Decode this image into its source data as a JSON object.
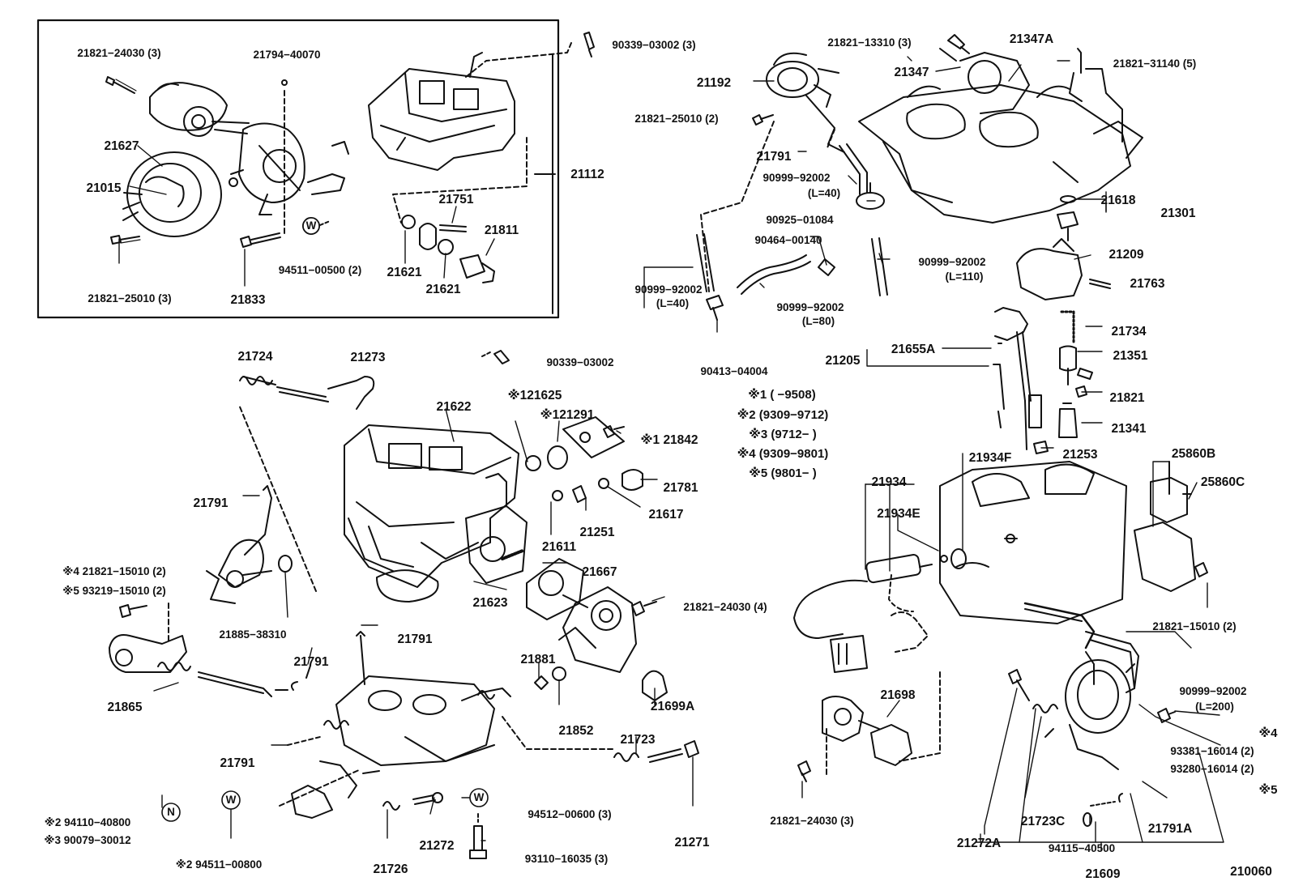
{
  "diagram_id": "210060",
  "labels": [
    {
      "key": "l01",
      "text": "21821−24030 (3)"
    },
    {
      "key": "l02",
      "text": "21794−40070"
    },
    {
      "key": "l03",
      "text": "90339−03002 (3)"
    },
    {
      "key": "l04",
      "text": "21627"
    },
    {
      "key": "l05",
      "text": "21015"
    },
    {
      "key": "l06",
      "text": "21112"
    },
    {
      "key": "l07",
      "text": "21751"
    },
    {
      "key": "l08",
      "text": "21811"
    },
    {
      "key": "l09",
      "text": "21821−25010 (3)"
    },
    {
      "key": "l10",
      "text": "21833"
    },
    {
      "key": "l11",
      "text": "94511−00500 (2)"
    },
    {
      "key": "l12",
      "text": "21621"
    },
    {
      "key": "l13",
      "text": "21621"
    },
    {
      "key": "l14",
      "text": "21821−13310 (3)"
    },
    {
      "key": "l15",
      "text": "21347A"
    },
    {
      "key": "l16",
      "text": "21821−31140 (5)"
    },
    {
      "key": "l17",
      "text": "21192"
    },
    {
      "key": "l18",
      "text": "21347"
    },
    {
      "key": "l19",
      "text": "21821−25010 (2)"
    },
    {
      "key": "l20",
      "text": "21791"
    },
    {
      "key": "l21",
      "text": "90999−92002"
    },
    {
      "key": "l22",
      "text": "(L=40)"
    },
    {
      "key": "l23",
      "text": "90925−01084"
    },
    {
      "key": "l24",
      "text": "21618"
    },
    {
      "key": "l25",
      "text": "21301"
    },
    {
      "key": "l26",
      "text": "90464−00140"
    },
    {
      "key": "l27",
      "text": "90999−92002"
    },
    {
      "key": "l28",
      "text": "(L=110)"
    },
    {
      "key": "l29",
      "text": "21209"
    },
    {
      "key": "l30",
      "text": "90999−92002"
    },
    {
      "key": "l31",
      "text": "(L=40)"
    },
    {
      "key": "l32",
      "text": "90999−92002"
    },
    {
      "key": "l33",
      "text": "(L=80)"
    },
    {
      "key": "l34",
      "text": "21763"
    },
    {
      "key": "l35",
      "text": "21734"
    },
    {
      "key": "l36",
      "text": "90413−04004"
    },
    {
      "key": "l37",
      "text": "21724"
    },
    {
      "key": "l38",
      "text": "21273"
    },
    {
      "key": "l39",
      "text": "90339−03002"
    },
    {
      "key": "l40",
      "text": "21205"
    },
    {
      "key": "l41",
      "text": "21655A"
    },
    {
      "key": "l42",
      "text": "21351"
    },
    {
      "key": "l43",
      "text": "※1 (      −9508)"
    },
    {
      "key": "l44",
      "text": "※2 (9309−9712)"
    },
    {
      "key": "l45",
      "text": "※3 (9712−        )"
    },
    {
      "key": "l46",
      "text": "※4 (9309−9801)"
    },
    {
      "key": "l47",
      "text": "※5 (9801−        )"
    },
    {
      "key": "l48",
      "text": "21821"
    },
    {
      "key": "l49",
      "text": "21341"
    },
    {
      "key": "l50",
      "text": "21253"
    },
    {
      "key": "l51",
      "text": "※121625"
    },
    {
      "key": "l52",
      "text": "※121291"
    },
    {
      "key": "l53",
      "text": "※1 21842"
    },
    {
      "key": "l54",
      "text": "21622"
    },
    {
      "key": "l55",
      "text": "21781"
    },
    {
      "key": "l56",
      "text": "21617"
    },
    {
      "key": "l57",
      "text": "21251"
    },
    {
      "key": "l58",
      "text": "21611"
    },
    {
      "key": "l59",
      "text": "21934F"
    },
    {
      "key": "l60",
      "text": "25860B"
    },
    {
      "key": "l61",
      "text": "25860C"
    },
    {
      "key": "l62",
      "text": "21934"
    },
    {
      "key": "l63",
      "text": "21934E"
    },
    {
      "key": "l64",
      "text": "21791"
    },
    {
      "key": "l65",
      "text": "※4  21821−15010 (2)"
    },
    {
      "key": "l66",
      "text": "※5  93219−15010 (2)"
    },
    {
      "key": "l67",
      "text": "21667"
    },
    {
      "key": "l68",
      "text": "21623"
    },
    {
      "key": "l69",
      "text": "21821−24030 (4)"
    },
    {
      "key": "l70",
      "text": "21885−38310"
    },
    {
      "key": "l71",
      "text": "21791"
    },
    {
      "key": "l72",
      "text": "21821−15010 (2)"
    },
    {
      "key": "l73",
      "text": "21791"
    },
    {
      "key": "l74",
      "text": "21881"
    },
    {
      "key": "l75",
      "text": "21852"
    },
    {
      "key": "l76",
      "text": "21699A"
    },
    {
      "key": "l77",
      "text": "21865"
    },
    {
      "key": "l78",
      "text": "90999−92002"
    },
    {
      "key": "l79",
      "text": "(L=200)"
    },
    {
      "key": "l80",
      "text": "21723"
    },
    {
      "key": "l81",
      "text": "21698"
    },
    {
      "key": "l82",
      "text": "※4"
    },
    {
      "key": "l83",
      "text": "93381−16014 (2)"
    },
    {
      "key": "l84",
      "text": "93280−16014 (2)"
    },
    {
      "key": "l85",
      "text": "※5"
    },
    {
      "key": "l86",
      "text": "21791"
    },
    {
      "key": "l87",
      "text": "21271"
    },
    {
      "key": "l88",
      "text": "94512−00600 (3)"
    },
    {
      "key": "l89",
      "text": "21821−24030 (3)"
    },
    {
      "key": "l90",
      "text": "※2  94110−40800"
    },
    {
      "key": "l91",
      "text": "※3  90079−30012"
    },
    {
      "key": "l92",
      "text": "21723C"
    },
    {
      "key": "l93",
      "text": "21791A"
    },
    {
      "key": "l94",
      "text": "21726"
    },
    {
      "key": "l95",
      "text": "21272"
    },
    {
      "key": "l96",
      "text": "93110−16035 (3)"
    },
    {
      "key": "l97",
      "text": "21272A"
    },
    {
      "key": "l98",
      "text": "94115−40500"
    },
    {
      "key": "l99",
      "text": "※2  94511−00800"
    },
    {
      "key": "l100",
      "text": "21609"
    },
    {
      "key": "l101",
      "text": "210060"
    }
  ],
  "washer_markers": [
    {
      "key": "w1",
      "text": "W"
    },
    {
      "key": "w2",
      "text": "W"
    },
    {
      "key": "w3",
      "text": "W"
    },
    {
      "key": "w4",
      "text": "N"
    }
  ]
}
